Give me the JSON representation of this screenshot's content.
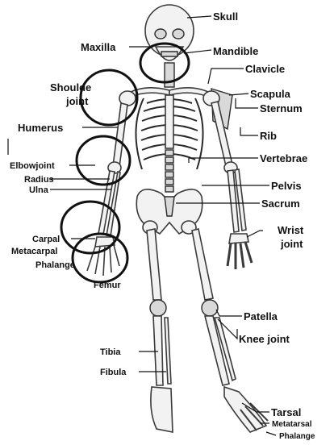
{
  "labels": {
    "skull": "Skull",
    "maxilla": "Maxilla",
    "mandible": "Mandible",
    "clavicle": "Clavicle",
    "shoulder_line1": "Shoulde",
    "shoulder_line2": "joint",
    "scapula": "Scapula",
    "sternum": "Sternum",
    "humerus": "Humerus",
    "rib": "Rib",
    "elbow_joint": "Elbowjoint",
    "vertebrae": "Vertebrae",
    "radius": "Radius",
    "ulna": "Ulna",
    "pelvis": "Pelvis",
    "sacrum": "Sacrum",
    "wrist_line1": "Wrist",
    "wrist_line2": "joint",
    "carpal": "Carpal",
    "metacarpal": "Metacarpal",
    "phalange_hand": "Phalange",
    "femur": "Femur",
    "patella": "Patella",
    "knee_joint": "Knee joint",
    "tibia": "Tibia",
    "fibula": "Fibula",
    "tarsal": "Tarsal",
    "metatarsal": "Metatarsal",
    "phalange_foot": "Phalange"
  },
  "colors": {
    "ink": "#111111",
    "bone_fill": "#f2f2f2",
    "background": "#ffffff"
  }
}
